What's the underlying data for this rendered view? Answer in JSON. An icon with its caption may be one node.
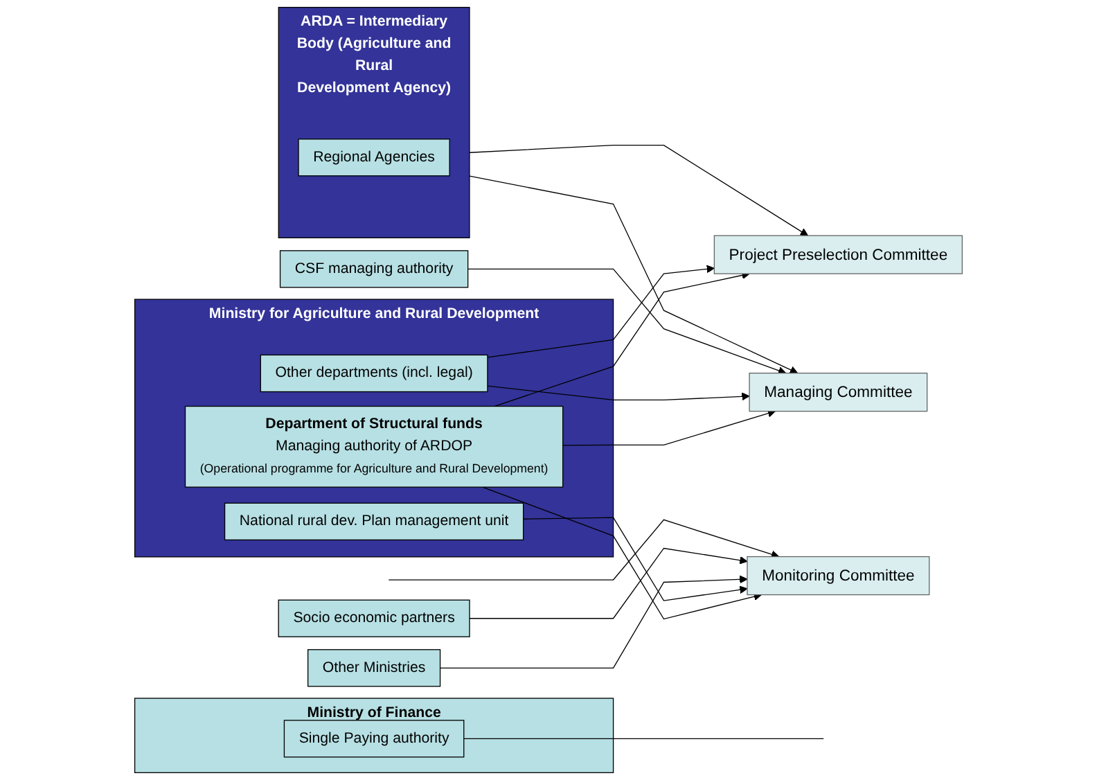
{
  "diagram": {
    "nodes": [
      {
        "text": [
          "Ministry of Finance"
        ]
      },
      {
        "text": [
          "Single Paying authority"
        ],
        "in": 0
      },
      {
        "text": [
          "Ministry for Agriculture and Rural Development"
        ]
      },
      {
        "text": [
          "Department of Structural funds",
          "Managing authority of ARDOP",
          "(Operational programme for Agriculture and Rural Development)"
        ],
        "in": 2
      },
      {
        "text": [
          "Other departments (incl. legal)"
        ],
        "in": 2
      },
      {
        "text": [
          "National rural dev. Plan management unit"
        ],
        "in": 2
      },
      {
        "text": [
          "ARDA = Intermediary Body (Agriculture and Rural Development Agency)"
        ]
      },
      {
        "text": [
          "Regional Agencies"
        ],
        "in": 6
      },
      {
        "text": [
          "CSF managing authority"
        ]
      },
      {
        "text": [
          "Other Ministries"
        ]
      },
      {
        "text": [
          "Socio economic partners"
        ]
      },
      {
        "text": [
          "Managing Committee"
        ]
      },
      {
        "text": [
          "Project Preselection Committee"
        ]
      },
      {
        "text": [
          "Monitoring Committee"
        ]
      }
    ],
    "edges": [
      {
        "from": 3,
        "to": 11,
        "arrow": "to"
      },
      {
        "from": 3,
        "to": 12,
        "arrow": "to"
      },
      {
        "from": 3,
        "to": 13,
        "arrow": "to"
      },
      {
        "from": 4,
        "to": 11,
        "arrow": "to"
      },
      {
        "from": 4,
        "to": 12,
        "arrow": "to"
      },
      {
        "from": 5,
        "to": 13,
        "arrow": "to"
      },
      {
        "from": 6,
        "to": 11,
        "arrow": "to"
      },
      {
        "from": 6,
        "to": 12,
        "arrow": "to"
      },
      {
        "from": 8,
        "to": 11,
        "arrow": "to"
      },
      {
        "from": 9,
        "to": 13,
        "arrow": "to"
      },
      {
        "from": 10,
        "to": 13,
        "arrow": "to"
      },
      {
        "from": 1,
        "to": null,
        "arrow": "none"
      },
      {
        "from": null,
        "to": 13,
        "arrow": "to"
      }
    ]
  }
}
